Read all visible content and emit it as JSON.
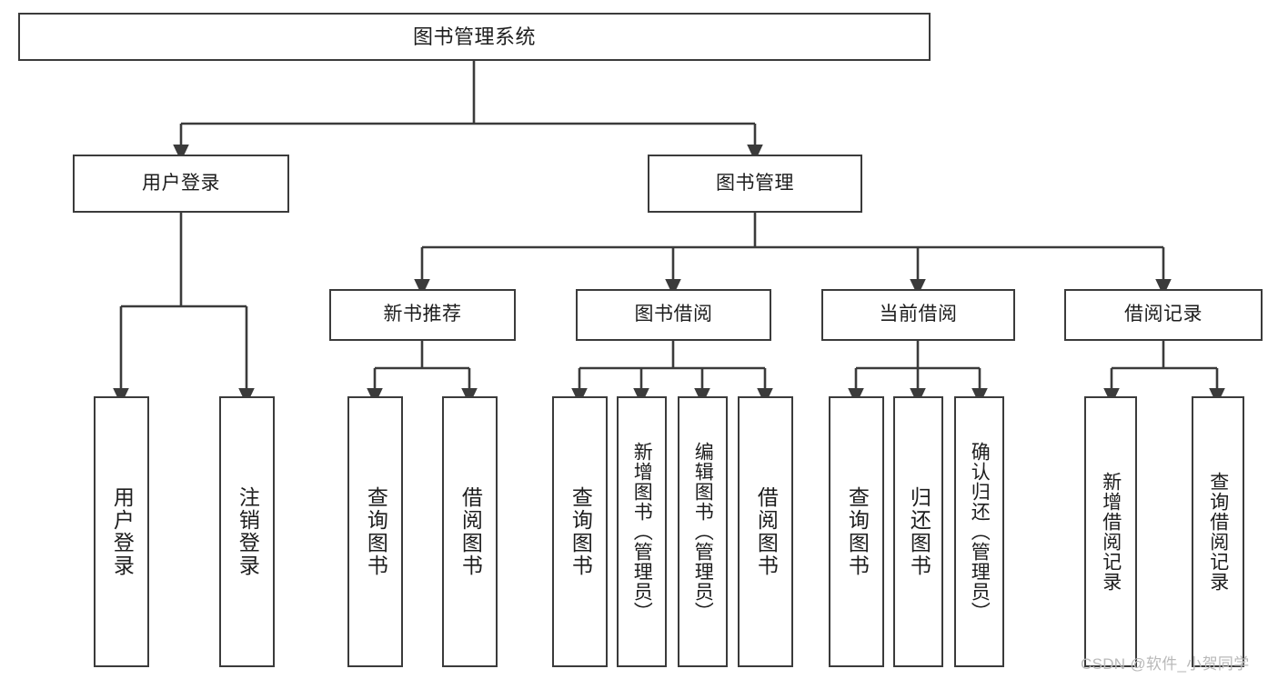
{
  "diagram": {
    "title": "图书管理系统",
    "type": "tree-hierarchy-chart",
    "background_color": "#ffffff",
    "line_color": "#3b3b3b",
    "text_color": "#1d1d1d"
  },
  "nodes": {
    "root": {
      "label": "图书管理系统"
    },
    "level1": [
      {
        "label": "用户登录"
      },
      {
        "label": "图书管理"
      }
    ],
    "level2": [
      {
        "label": "新书推荐"
      },
      {
        "label": "图书借阅"
      },
      {
        "label": "当前借阅"
      },
      {
        "label": "借阅记录"
      }
    ],
    "leaves_user_login": [
      {
        "label": "用户登录"
      },
      {
        "label": "注销登录"
      }
    ],
    "leaves_new_book": [
      {
        "label": "查询图书"
      },
      {
        "label": "借阅图书"
      }
    ],
    "leaves_borrow": [
      {
        "label": "查询图书"
      },
      {
        "label": "新增图书（管理员）"
      },
      {
        "label": "编辑图书（管理员）"
      },
      {
        "label": "借阅图书"
      }
    ],
    "leaves_current": [
      {
        "label": "查询图书"
      },
      {
        "label": "归还图书"
      },
      {
        "label": "确认归还（管理员）"
      }
    ],
    "leaves_records": [
      {
        "label": "新增借阅记录"
      },
      {
        "label": "查询借阅记录"
      }
    ]
  },
  "watermark": {
    "text": "CSDN @软件_小贺同学"
  }
}
